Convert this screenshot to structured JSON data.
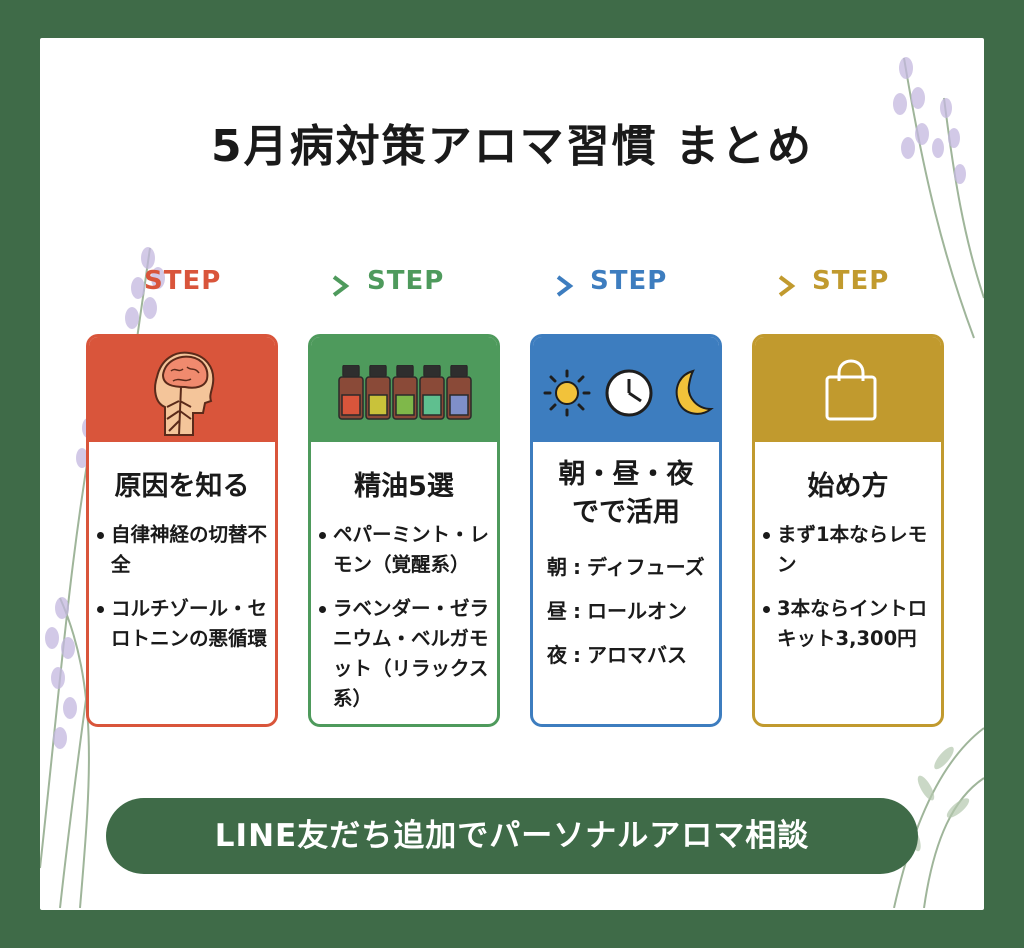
{
  "title": "5月病対策アロマ習慣 まとめ",
  "colors": {
    "frame": "#3f6b48",
    "step1": "#d9553b",
    "step2": "#4e9a5c",
    "step3": "#3d7dbf",
    "step4": "#c19a2e"
  },
  "steps": [
    {
      "label": "STEP",
      "icon": "brain-nervous-system-icon",
      "title": "原因を知る",
      "bullets": [
        "自律神経の切替不全",
        "コルチゾール・セロトニンの悪循環"
      ]
    },
    {
      "label": "STEP",
      "icon": "essential-oil-bottles-icon",
      "title": "精油5選",
      "bullets": [
        "ペパーミント・レモン（覚醒系）",
        "ラベンダー・ゼラニウム・ベルガモット（リラックス系）"
      ]
    },
    {
      "label": "STEP",
      "icon": "sun-clock-moon-icon",
      "title": "朝・昼・夜でで活用",
      "routine": [
        {
          "time": "朝",
          "method": "ディフューズ"
        },
        {
          "time": "昼",
          "method": "ロールオン"
        },
        {
          "time": "夜",
          "method": "アロマバス"
        }
      ]
    },
    {
      "label": "STEP",
      "icon": "shopping-bag-icon",
      "title": "始め方",
      "bullets": [
        "まず1本ならレモン",
        "3本ならイントロキット3,300円"
      ]
    }
  ],
  "cta": "LINE友だち追加でパーソナルアロマ相談"
}
